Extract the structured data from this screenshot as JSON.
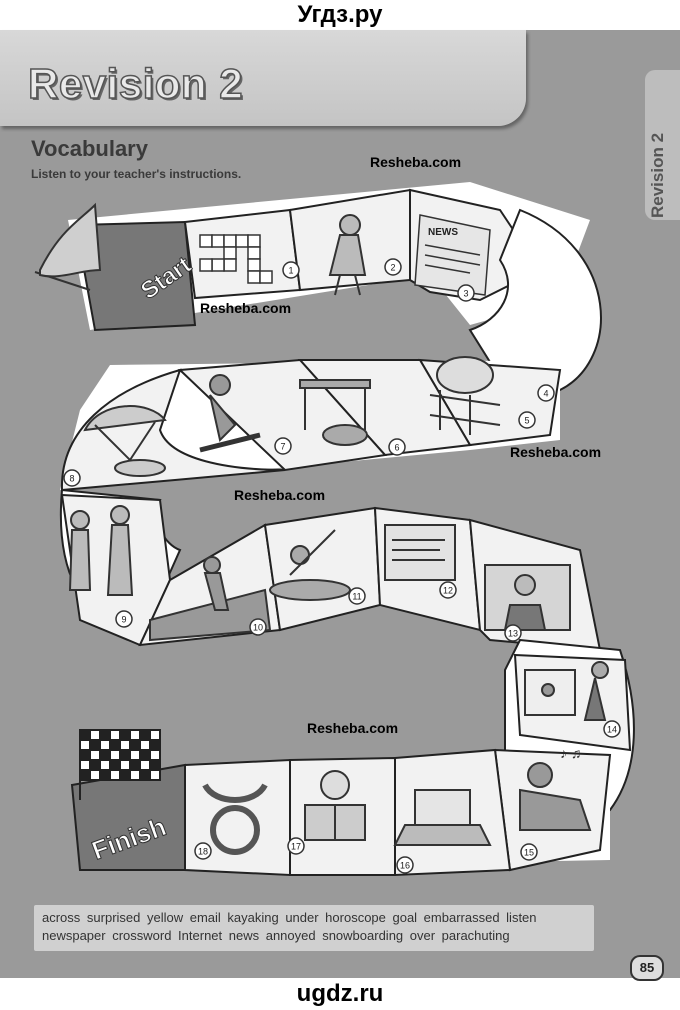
{
  "site": {
    "top_label": "Угдз.ру",
    "bottom_label": "ugdz.ru"
  },
  "banner": {
    "title": "Revision 2"
  },
  "side_tab": {
    "label": "Revision 2"
  },
  "section": {
    "heading": "Vocabulary",
    "instruction": "Listen to your teacher's instructions."
  },
  "watermark": {
    "text": "Resheba.com"
  },
  "board": {
    "start_label": "Start",
    "finish_label": "Finish",
    "squares": [
      "1",
      "2",
      "3",
      "4",
      "5",
      "6",
      "7",
      "8",
      "9",
      "10",
      "11",
      "12",
      "13",
      "14",
      "15",
      "16",
      "17",
      "18"
    ],
    "news_sign": "NEWS"
  },
  "word_box": {
    "line1": "across  surprised  yellow  email  kayaking  under  horoscope  goal  embarrassed  listen",
    "line2": "newspaper  crossword  Internet  news  annoyed  snowboarding  over  parachuting"
  },
  "page_number": "85"
}
